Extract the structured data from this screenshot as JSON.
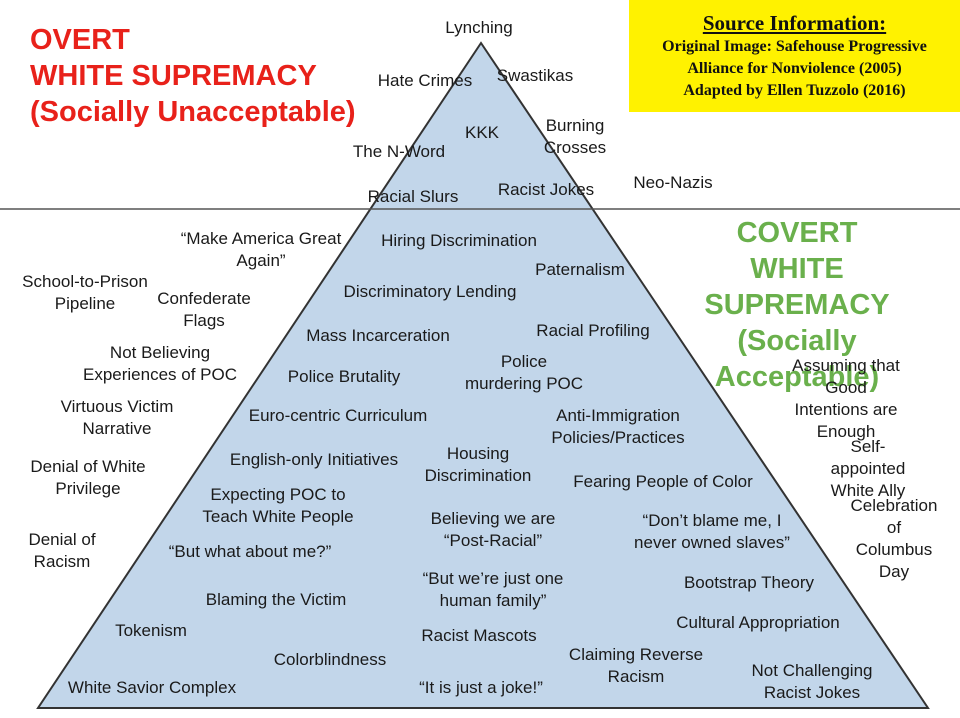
{
  "colors": {
    "pyramid_fill": "#c2d6ea",
    "pyramid_stroke": "#333333",
    "overt_heading": "#e8211a",
    "covert_heading": "#6ab04c",
    "source_box": "#fff200"
  },
  "overt_heading": "OVERT\nWHITE SUPREMACY\n(Socially Unacceptable)",
  "covert_heading": "COVERT\nWHITE SUPREMACY\n(Socially Acceptable)",
  "source": {
    "title": "Source Information:",
    "lines": [
      "Original Image: Safehouse Progressive",
      "Alliance for Nonviolence (2005)",
      "Adapted by Ellen Tuzzolo (2016)"
    ]
  },
  "overt_items": [
    "Lynching",
    "Hate Crimes",
    "Swastikas",
    "KKK",
    "Burning\nCrosses",
    "The N-Word",
    "Racial Slurs",
    "Racist Jokes",
    "Neo-Nazis"
  ],
  "covert_items": [
    "“Make America Great\nAgain”",
    "Hiring Discrimination",
    "Paternalism",
    "School-to-Prison\nPipeline",
    "Confederate\nFlags",
    "Discriminatory Lending",
    "Mass Incarceration",
    "Racial Profiling",
    "Not Believing\nExperiences of POC",
    "Police Brutality",
    "Police\nmurdering POC",
    "Assuming that Good\nIntentions are Enough",
    "Virtuous Victim\nNarrative",
    "Euro-centric Curriculum",
    "Anti-Immigration\nPolicies/Practices",
    "Denial of White\nPrivilege",
    "English-only Initiatives",
    "Housing\nDiscrimination",
    "Fearing People of Color",
    "Self-appointed\nWhite Ally",
    "Expecting POC to\nTeach White People",
    "Believing we are\n“Post-Racial”",
    "“Don’t blame me, I\nnever owned slaves”",
    "Celebration of\nColumbus Day",
    "Denial of\nRacism",
    "“But what about me?”",
    "“But we’re just one\nhuman family”",
    "Bootstrap Theory",
    "Blaming the Victim",
    "Cultural Appropriation",
    "Tokenism",
    "Racist Mascots",
    "Colorblindness",
    "Claiming Reverse\nRacism",
    "Not Challenging\nRacist Jokes",
    "White Savior Complex",
    "“It is just a joke!”"
  ]
}
